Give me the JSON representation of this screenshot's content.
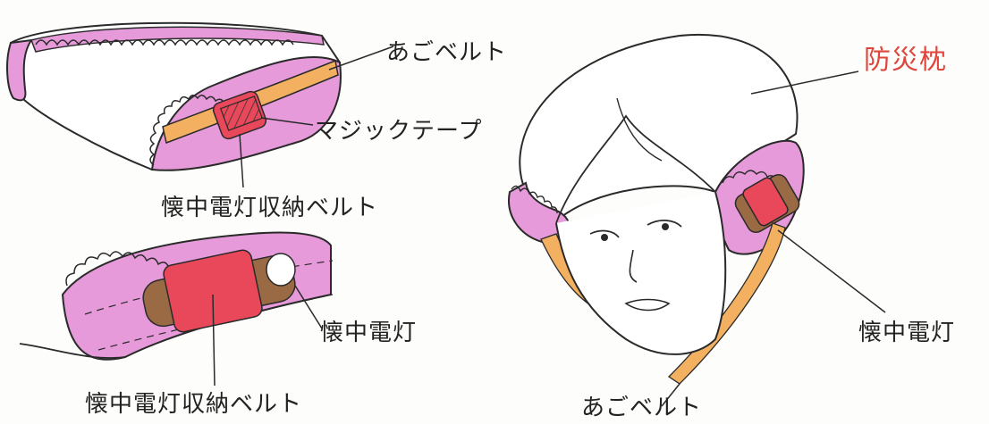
{
  "labels": {
    "ago_belt_top": "あごベルト",
    "magic_tape": "マジックテープ",
    "holder_belt_top": "懐中電灯収納ベルト",
    "flashlight_mid": "懐中電灯",
    "holder_belt_bottom": "懐中電灯収納ベルト",
    "bousai_makura": "防災枕",
    "flashlight_right": "懐中電灯",
    "ago_belt_bottom": "あごベルト"
  },
  "colors": {
    "pink": "#e79ad9",
    "orange": "#f2b060",
    "red": "#e8485a",
    "brown": "#9a6a45",
    "line": "#2a2a2a",
    "title_red": "#e0443c"
  }
}
